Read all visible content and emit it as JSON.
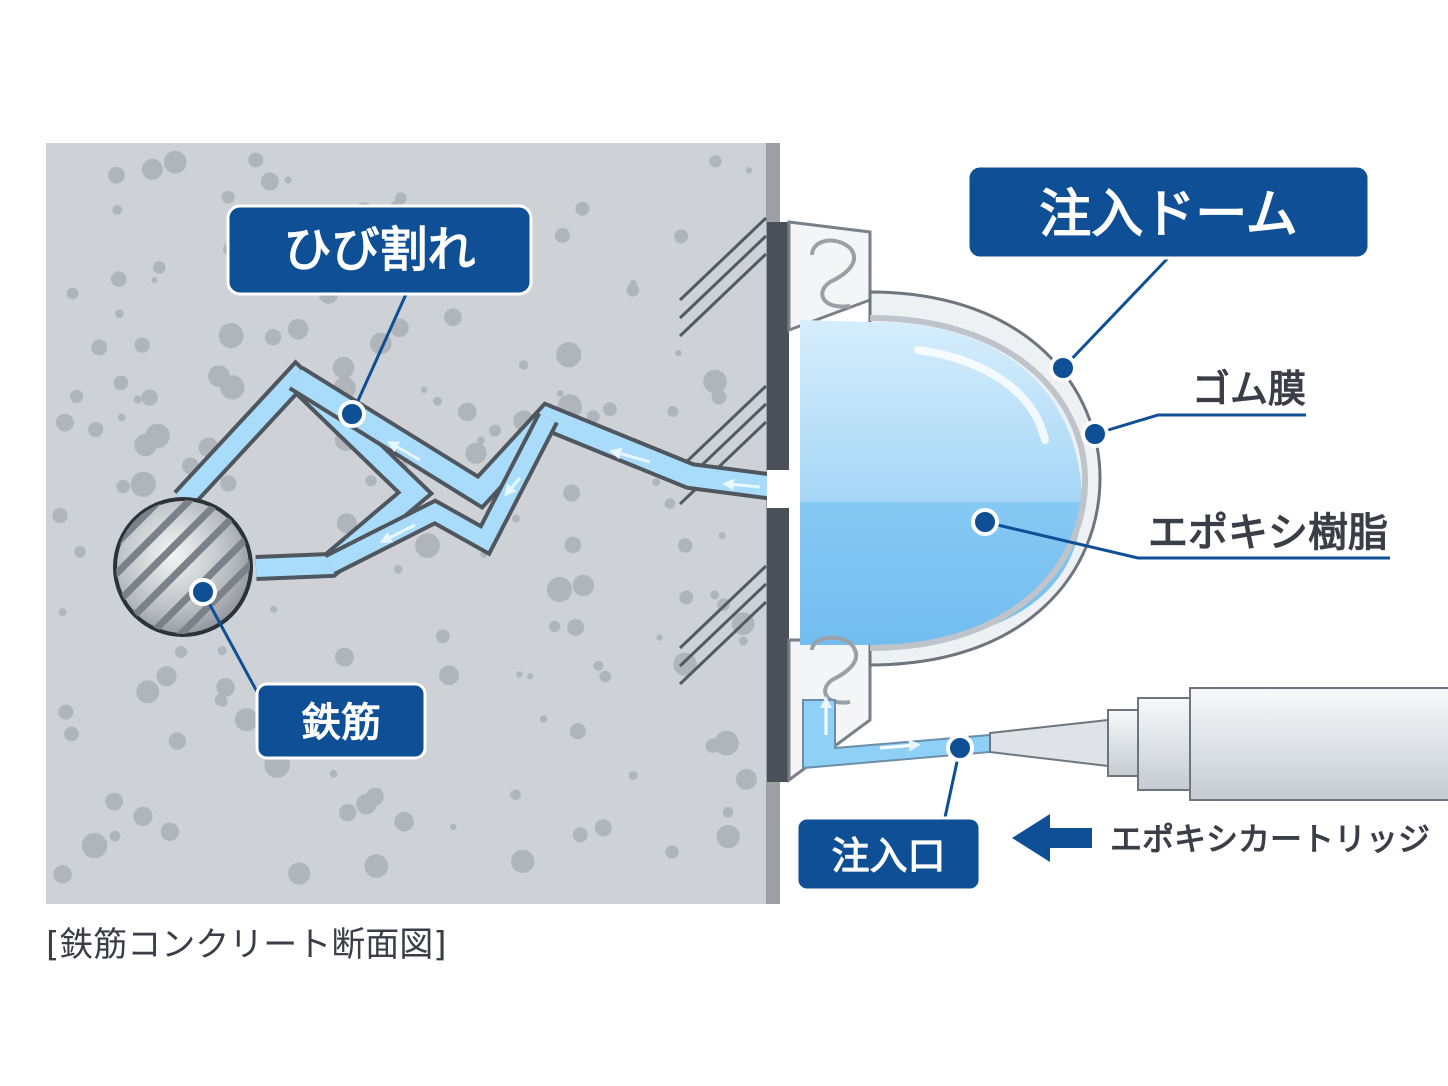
{
  "labels": {
    "crack": "ひび割れ",
    "rebar": "鉄筋",
    "dome": "注入ドーム",
    "rubber": "ゴム膜",
    "epoxy": "エポキシ樹脂",
    "port": "注入口",
    "cartridge": "エポキシカートリッジ"
  },
  "caption": "[鉄筋コンクリート断面図]",
  "colors": {
    "navy": "#0e4f95",
    "concrete": "#ced2d7",
    "resin": "#7cc4f2",
    "resin_light": "#b9e0f9",
    "metal": "#9ea3a9",
    "text": "#3a3f47"
  }
}
